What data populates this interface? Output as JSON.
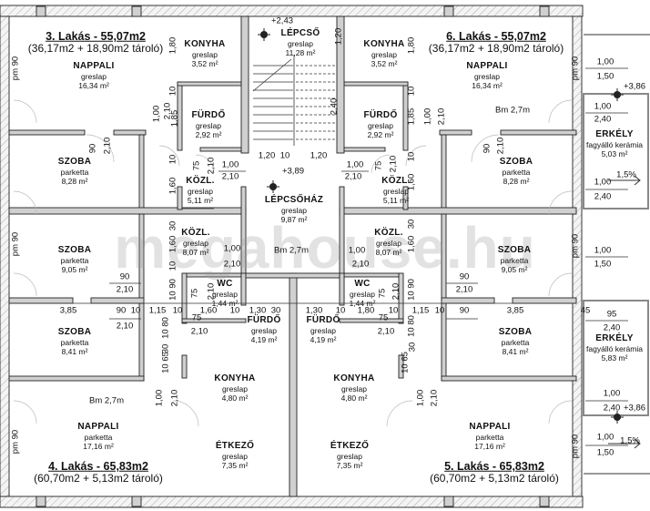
{
  "watermark": "megahouse.hu",
  "units": [
    {
      "title": "3. Lakás - 55,07m2",
      "subtitle": "(36,17m2 + 18,90m2 tároló)"
    },
    {
      "title": "6. Lakás - 55,07m2",
      "subtitle": "(36,17m2 + 18,90m2 tároló)"
    },
    {
      "title": "4. Lakás - 65,83m2",
      "subtitle": "(60,70m2 + 5,13m2 tároló)"
    },
    {
      "title": "5. Lakás - 65,83m2",
      "subtitle": "(60,70m2 + 5,13m2 tároló)"
    }
  ],
  "rooms": [
    {
      "name": "NAPPALI",
      "floor": "greslap",
      "area": "16,34 m²"
    },
    {
      "name": "KONYHA",
      "floor": "greslap",
      "area": "3,52 m²"
    },
    {
      "name": "LÉPCSŐ",
      "floor": "greslap",
      "area": "11,28 m²"
    },
    {
      "name": "FÜRDŐ",
      "floor": "greslap",
      "area": "2,92 m²"
    },
    {
      "name": "SZOBA",
      "floor": "parketta",
      "area": "8,28 m²"
    },
    {
      "name": "KÖZL.",
      "floor": "greslap",
      "area": "5,11 m²"
    },
    {
      "name": "LÉPCSŐHÁZ",
      "floor": "greslap",
      "area": "9,87 m²"
    },
    {
      "name": "KÖZL.",
      "floor": "greslap",
      "area": "8,07 m²"
    },
    {
      "name": "SZOBA",
      "floor": "parketta",
      "area": "9,05 m²"
    },
    {
      "name": "KONYHA",
      "floor": "greslap",
      "area": "3,52 m²"
    },
    {
      "name": "NAPPALI",
      "floor": "greslap",
      "area": "16,34 m²"
    },
    {
      "name": "FÜRDŐ",
      "floor": "greslap",
      "area": "2,92 m²"
    },
    {
      "name": "SZOBA",
      "floor": "parketta",
      "area": "8,28 m²"
    },
    {
      "name": "ERKÉLY",
      "floor": "fagyálló kerámia",
      "area": "5,03 m²"
    },
    {
      "name": "KÖZL.",
      "floor": "greslap",
      "area": "5,11 m²"
    },
    {
      "name": "KÖZL.",
      "floor": "greslap",
      "area": "8,07 m²"
    },
    {
      "name": "SZOBA",
      "floor": "parketta",
      "area": "9,05 m²"
    },
    {
      "name": "WC",
      "floor": "greslap",
      "area": "1,44 m²"
    },
    {
      "name": "WC",
      "floor": "greslap",
      "area": "1,44 m²"
    },
    {
      "name": "FÜRDŐ",
      "floor": "greslap",
      "area": "4,19 m²"
    },
    {
      "name": "FÜRDŐ",
      "floor": "greslap",
      "area": "4,19 m²"
    },
    {
      "name": "SZOBA",
      "floor": "parketta",
      "area": "8,41 m²"
    },
    {
      "name": "SZOBA",
      "floor": "parketta",
      "area": "8,41 m²"
    },
    {
      "name": "ERKÉLY",
      "floor": "fagyálló kerámia",
      "area": "5,83 m²"
    },
    {
      "name": "KONYHA",
      "floor": "greslap",
      "area": "4,80 m²"
    },
    {
      "name": "KONYHA",
      "floor": "greslap",
      "area": "4,80 m²"
    },
    {
      "name": "NAPPALI",
      "floor": "parketta",
      "area": "17,16 m²"
    },
    {
      "name": "NAPPALI",
      "floor": "parketta",
      "area": "17,16 m²"
    },
    {
      "name": "ÉTKEZŐ",
      "floor": "greslap",
      "area": "7,35 m²"
    },
    {
      "name": "ÉTKEZŐ",
      "floor": "greslap",
      "area": "7,35 m²"
    }
  ],
  "notes": [
    "Bm 2,7m",
    "Bm 2,7m",
    "Bm 2,7m",
    "+2,43",
    "+3,89",
    "+3,86",
    "+3,86",
    "1,5%",
    "1,5%"
  ],
  "dims": [
    "pm 90",
    "1,80",
    "10",
    "1,00",
    "2,10",
    "1,85",
    "90",
    "2,10",
    "10",
    "75",
    "2,10",
    "1,00",
    "2,10",
    "1,20",
    "10",
    "1,20",
    "1,60",
    "30",
    "1,60",
    "1,00",
    "2,10",
    "pm 90",
    "90",
    "2,10",
    "10",
    "10 90",
    "75",
    "2,10",
    "3,85",
    "90",
    "10",
    "1,15",
    "10",
    "1,60",
    "10",
    "1,30",
    "30",
    "2,10",
    "75",
    "2,10",
    "10 80",
    "30",
    "10 65",
    "1,00",
    "2,10",
    "pm 90",
    "1,20",
    "2,40",
    "1,80",
    "pm 90",
    "1,00",
    "1,50",
    "10",
    "1,85",
    "1,00",
    "2,10",
    "1,00",
    "2,40",
    "90",
    "2,10",
    "1,00",
    "2,10",
    "75",
    "2,10",
    "10",
    "1,60",
    "1,00",
    "2,40",
    "30",
    "1,60",
    "1,00",
    "2,10",
    "pm 90",
    "1,00",
    "1,50",
    "90",
    "2,10",
    "75",
    "2,10",
    "10 90",
    "10",
    "1,80",
    "10",
    "1,15",
    "10",
    "90",
    "3,85",
    "45",
    "95",
    "2,40",
    "75",
    "2,10",
    "10 80",
    "30",
    "10 65",
    "1,00",
    "2,10",
    "1,00",
    "2,40",
    "pm 90",
    "1,00",
    "1,50",
    "1,30"
  ]
}
